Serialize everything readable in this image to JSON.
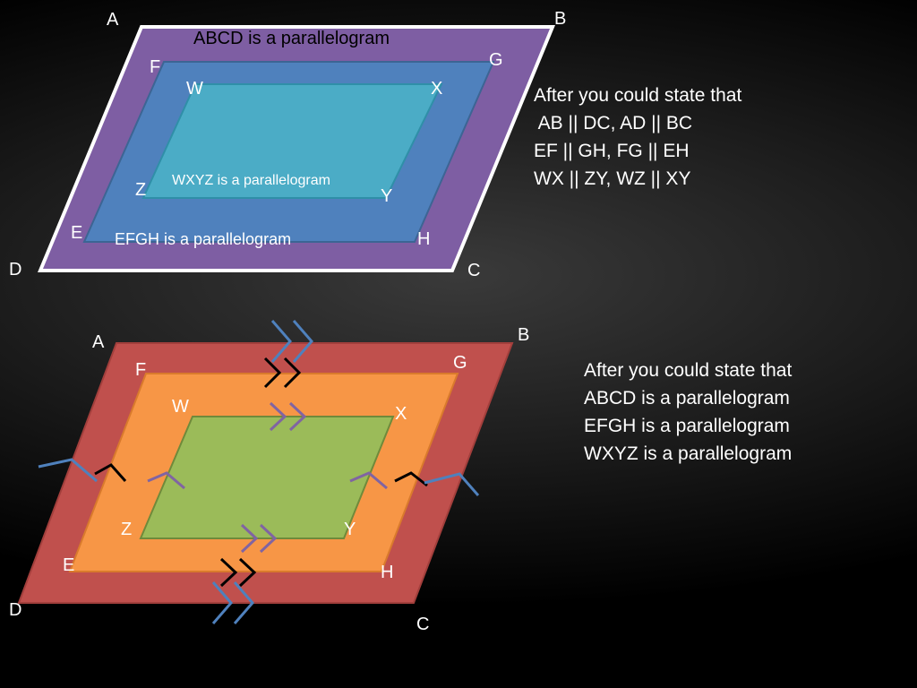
{
  "top_diagram": {
    "vertex_labels": {
      "a": "A",
      "b": "B",
      "c": "C",
      "d": "D",
      "e": "E",
      "f": "F",
      "g": "G",
      "h": "H",
      "w": "W",
      "x": "X",
      "y": "Y",
      "z": "Z"
    },
    "caption_abcd": "ABCD is a parallelogram",
    "caption_efgh": "EFGH is a parallelogram",
    "caption_wxyz": "WXYZ is a parallelogram",
    "colors": {
      "outer": "#7e5ea3",
      "middle": "#4f81bd",
      "inner": "#4bacc6",
      "border": "#ffffff"
    }
  },
  "top_note": {
    "lines": [
      "After you could state that",
      " AB || DC, AD || BC",
      "EF || GH, FG || EH",
      "WX || ZY, WZ || XY"
    ]
  },
  "bottom_diagram": {
    "vertex_labels": {
      "a": "A",
      "b": "B",
      "c": "C",
      "d": "D",
      "e": "E",
      "f": "F",
      "g": "G",
      "h": "H",
      "w": "W",
      "x": "X",
      "y": "Y",
      "z": "Z"
    },
    "colors": {
      "outer": "#c0504d",
      "middle": "#f79646",
      "inner": "#9bbb59",
      "mark_blue": "#4f81bd",
      "mark_black": "#000000",
      "mark_purple": "#8064a2"
    }
  },
  "bottom_note": {
    "lines": [
      "After you could state that",
      "ABCD is a parallelogram",
      "EFGH is a parallelogram",
      "WXYZ is a parallelogram"
    ]
  }
}
